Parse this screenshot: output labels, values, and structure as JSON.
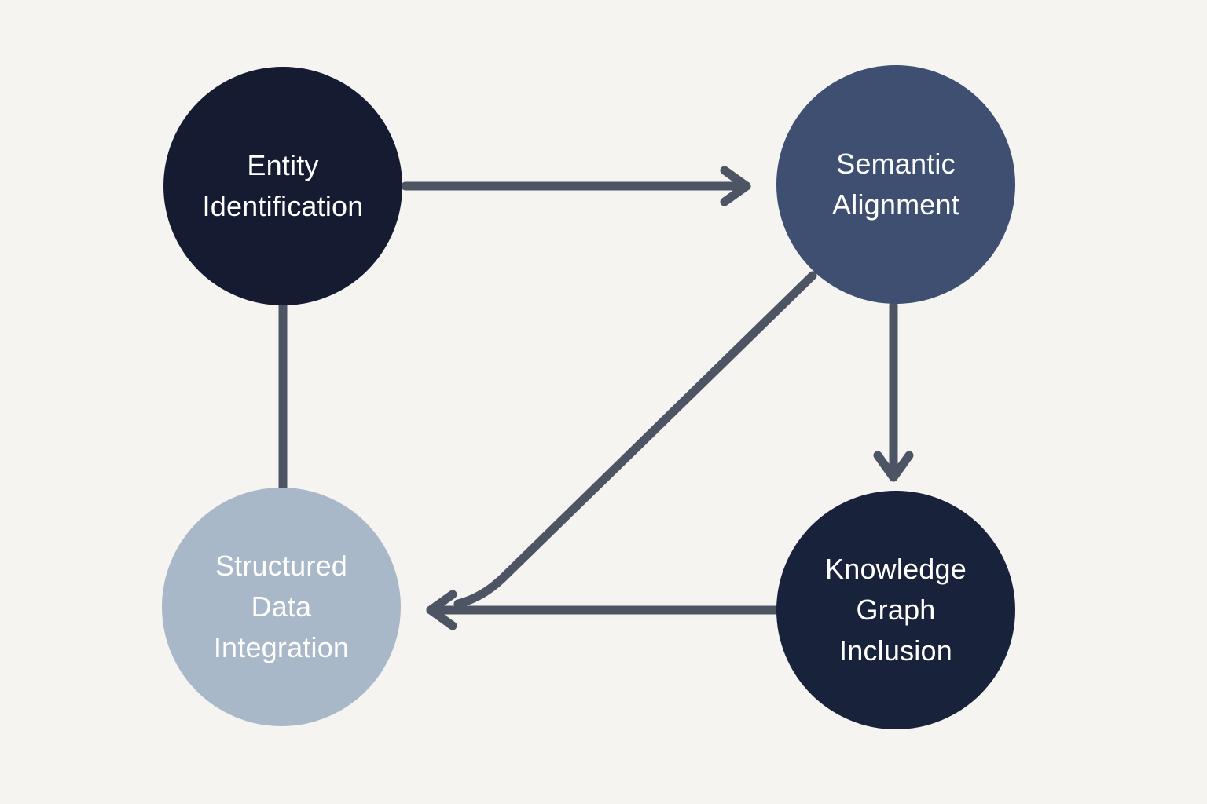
{
  "diagram": {
    "background_color": "#f5f4f1",
    "arrow_color": "#4d5463",
    "nodes": [
      {
        "id": "entity-identification",
        "label": "Entity\nIdentification",
        "color": "#151c32",
        "text_color": "#ffffff",
        "position": "top-left"
      },
      {
        "id": "semantic-alignment",
        "label": "Semantic\nAlignment",
        "color": "#3e4f72",
        "text_color": "#ffffff",
        "position": "top-right"
      },
      {
        "id": "structured-data-integration",
        "label": "Structured\nData\nIntegration",
        "color": "#a9b8c8",
        "text_color": "#ffffff",
        "position": "bottom-left"
      },
      {
        "id": "knowledge-graph-inclusion",
        "label": "Knowledge\nGraph\nInclusion",
        "color": "#19223b",
        "text_color": "#ffffff",
        "position": "bottom-right"
      }
    ],
    "edges": [
      {
        "from": "entity-identification",
        "to": "semantic-alignment",
        "directed": true
      },
      {
        "from": "entity-identification",
        "to": "structured-data-integration",
        "directed": false
      },
      {
        "from": "semantic-alignment",
        "to": "knowledge-graph-inclusion",
        "directed": true
      },
      {
        "from": "knowledge-graph-inclusion",
        "to": "structured-data-integration",
        "directed": true
      },
      {
        "from": "semantic-alignment",
        "to": "structured-data-integration",
        "directed": true
      }
    ]
  }
}
